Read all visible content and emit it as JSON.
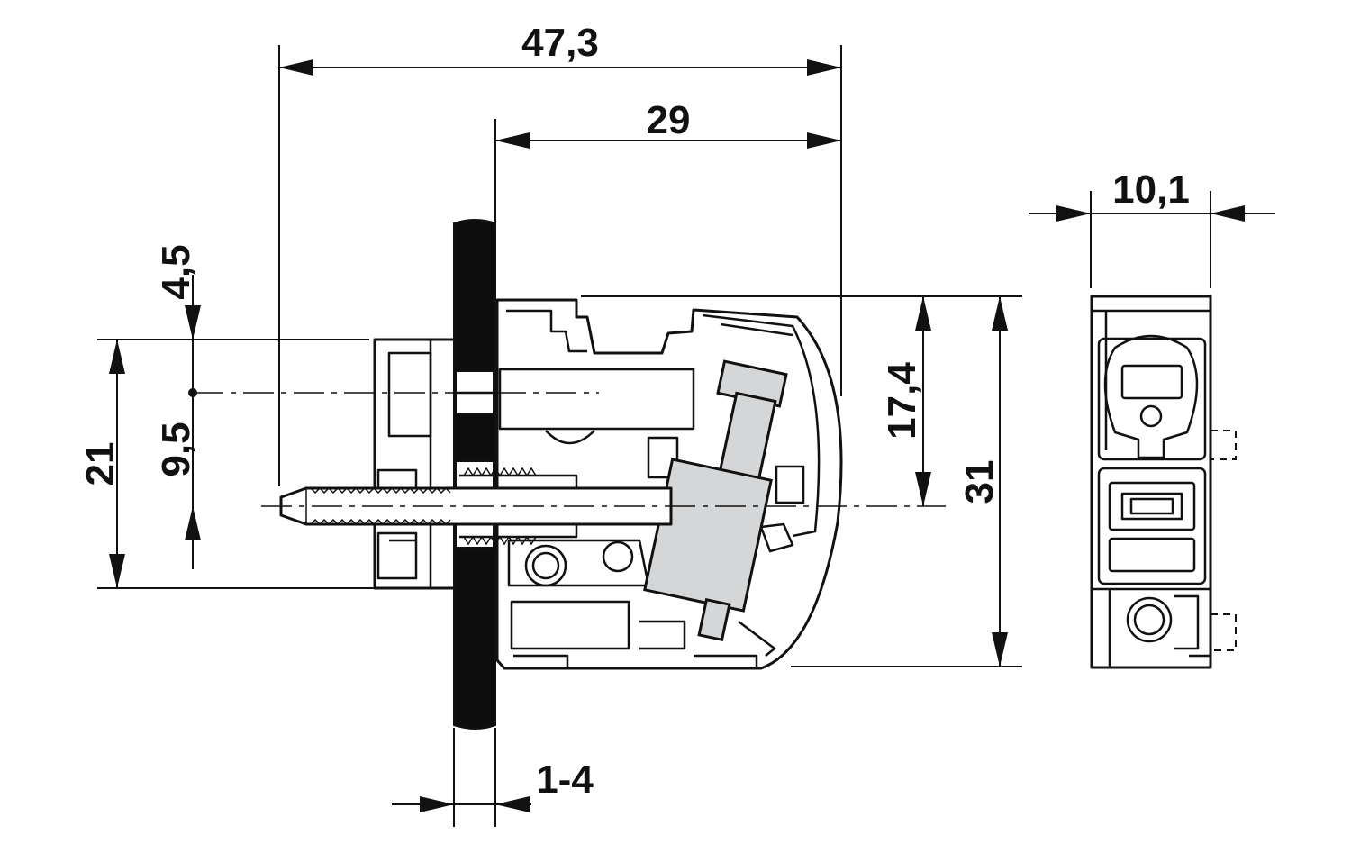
{
  "dimensions": {
    "overall_length": "47,3",
    "module_length": "29",
    "side_width": "10,1",
    "offset_top": "4,5",
    "pitch": "9,5",
    "flange_height": "21",
    "upper_height": "17,4",
    "total_height": "31",
    "panel_thickness": "1-4"
  },
  "colors": {
    "line": "#111111",
    "panel": "#0d0d0d",
    "shaded_part": "#d4d6d8"
  }
}
